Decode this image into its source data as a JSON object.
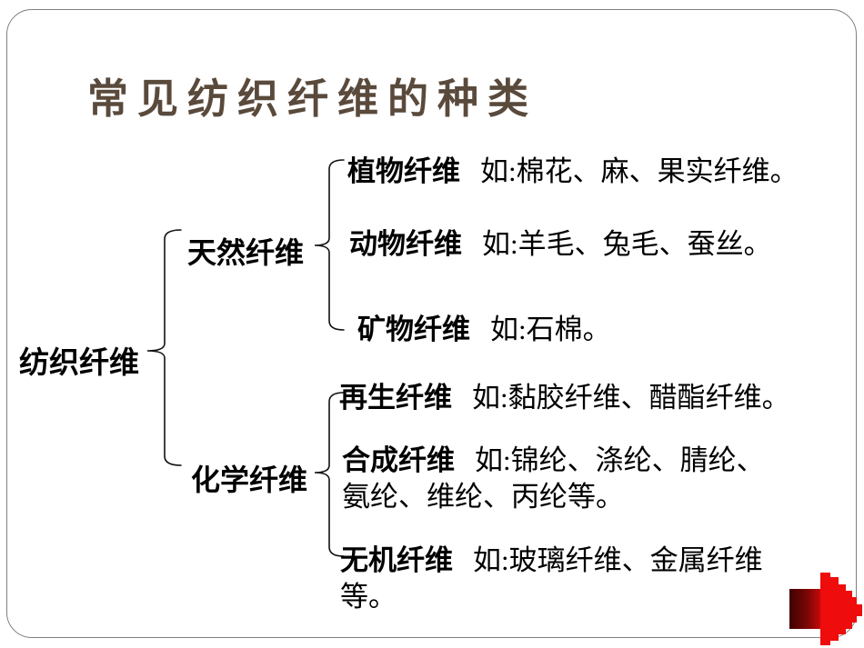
{
  "title": {
    "text": "常见纺织纤维的种类"
  },
  "diagram": {
    "root_label": "纺织纤维",
    "level1": [
      {
        "label": "天然纤维"
      },
      {
        "label": "化学纤维"
      }
    ],
    "leaves": [
      {
        "label": "植物纤维",
        "desc": "如:棉花、麻、果实纤维。"
      },
      {
        "label": "动物纤维",
        "desc": "如:羊毛、兔毛、蚕丝。"
      },
      {
        "label": "矿物纤维",
        "desc": "如:石棉。"
      },
      {
        "label": "再生纤维",
        "desc": "如:黏胶纤维、醋酯纤维。"
      },
      {
        "label": "合成纤维",
        "desc": "如:锦纶、涤纶、腈纶、",
        "desc2": "氨纶、维纶、丙纶等。"
      },
      {
        "label": "无机纤维",
        "desc": "如:玻璃纤维、金属纤维",
        "desc2": "等。"
      }
    ]
  },
  "icons": {
    "next_arrow": "red-right-arrow-icon"
  },
  "colors": {
    "title": "#5a4a3c",
    "brace": "#111111",
    "slide_border": "#7f7f7f",
    "arrow_dark": "#4a0303",
    "arrow_bright": "#ee0c0c"
  }
}
